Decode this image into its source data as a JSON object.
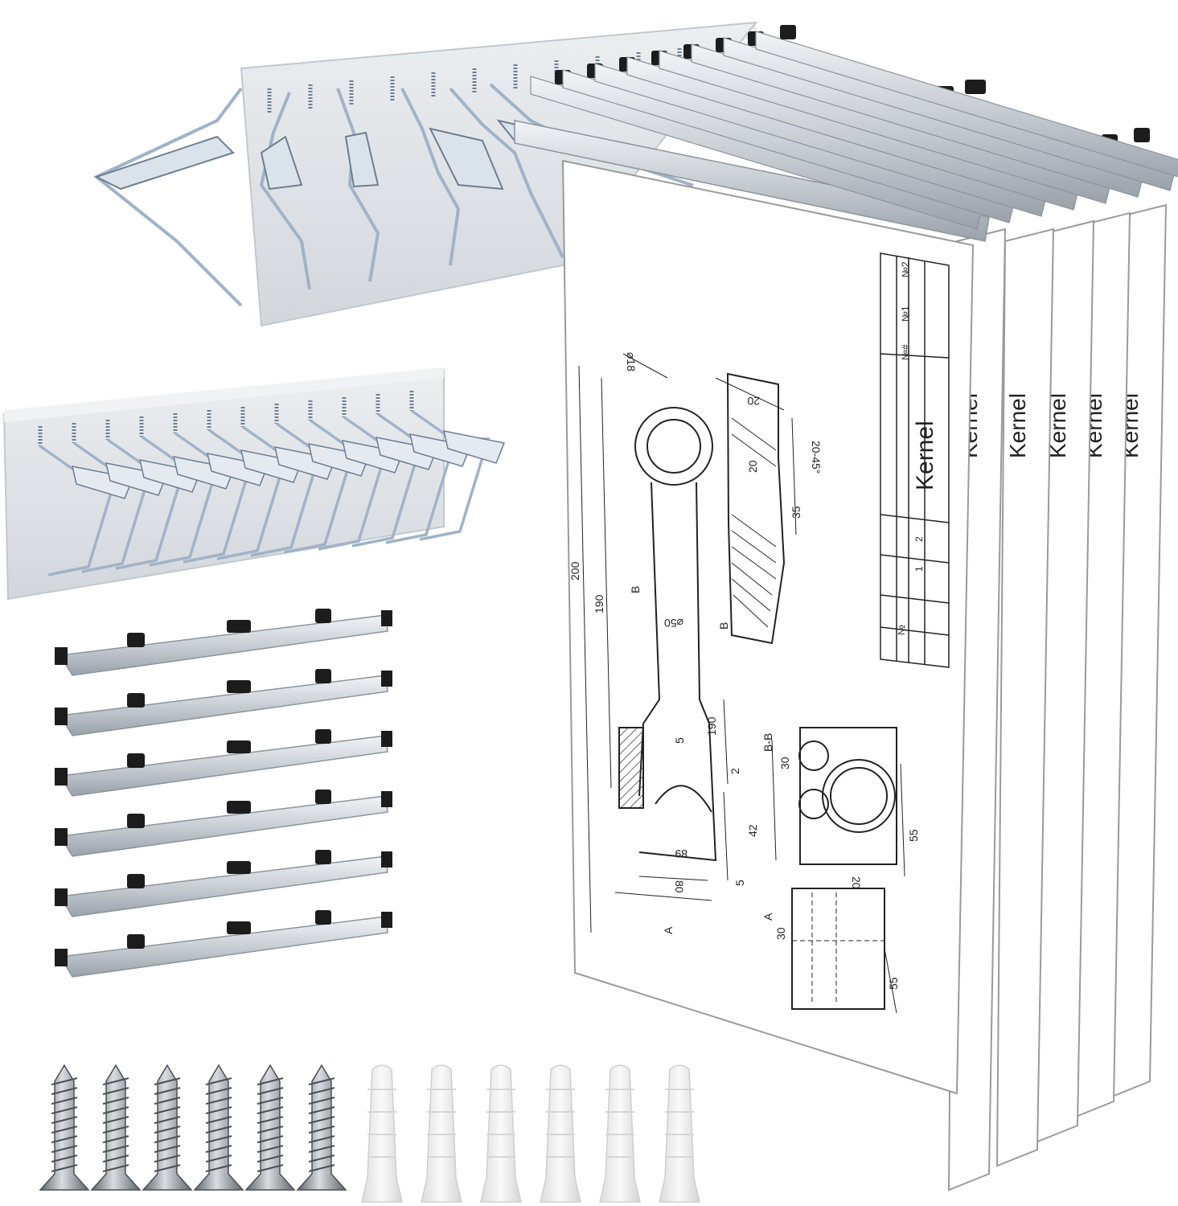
{
  "product": {
    "brand_label": "Kernel",
    "rack_pin_count": 12,
    "hanging_clamps_shown": 6,
    "screws_shown": 6,
    "wall_anchors_shown": 6
  },
  "drawing": {
    "section_labels": [
      "A",
      "A",
      "B",
      "B",
      "B-B"
    ],
    "dimensions": [
      "200",
      "190",
      "⌀18",
      "⌀50",
      "20",
      "20-45°",
      "20",
      "35",
      "190",
      "5",
      "2",
      "42",
      "5",
      "89",
      "80",
      "30",
      "55",
      "20",
      "30",
      "55"
    ],
    "title_block": {
      "rows": [
        "№",
        "№#",
        "№1",
        "№2"
      ],
      "cols": [
        "1",
        "2"
      ]
    }
  },
  "colors": {
    "rack_panel": "#dfe2e6",
    "rack_edge": "#bfc4ca",
    "wire_steel": "#9fb3c8",
    "wire_steel_dark": "#6c7f93",
    "clamp_aluminum": "#cfd4da",
    "clamp_knob": "#1c1c1c",
    "sheet": "#ffffff",
    "ink": "#222222",
    "screw": "#8c9096",
    "anchor": "#eeeeee"
  }
}
